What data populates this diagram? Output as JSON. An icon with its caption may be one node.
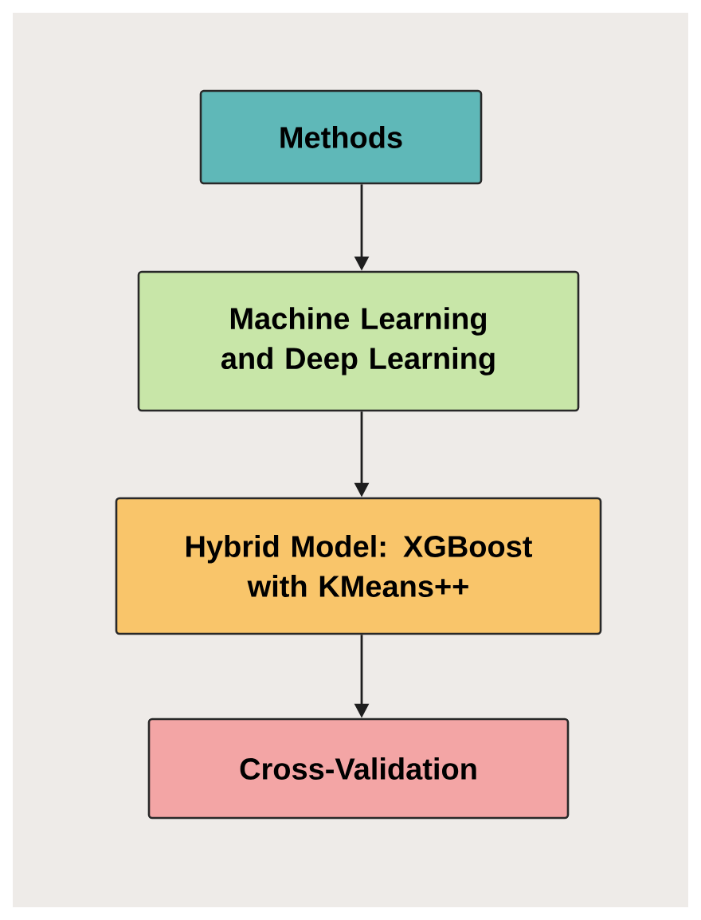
{
  "diagram": {
    "nodes": [
      {
        "text": [
          "Methods"
        ]
      },
      {
        "text": [
          "Machine Learning and Deep Learning"
        ]
      },
      {
        "text": [
          "Hybrid Model: XGBoost with KMeans++"
        ]
      },
      {
        "text": [
          "Cross-Validation"
        ]
      }
    ],
    "edges": [
      {
        "from": 0,
        "to": 1,
        "arrow": "to"
      },
      {
        "from": 1,
        "to": 2,
        "arrow": "to"
      },
      {
        "from": 2,
        "to": 3,
        "arrow": "to"
      }
    ]
  }
}
